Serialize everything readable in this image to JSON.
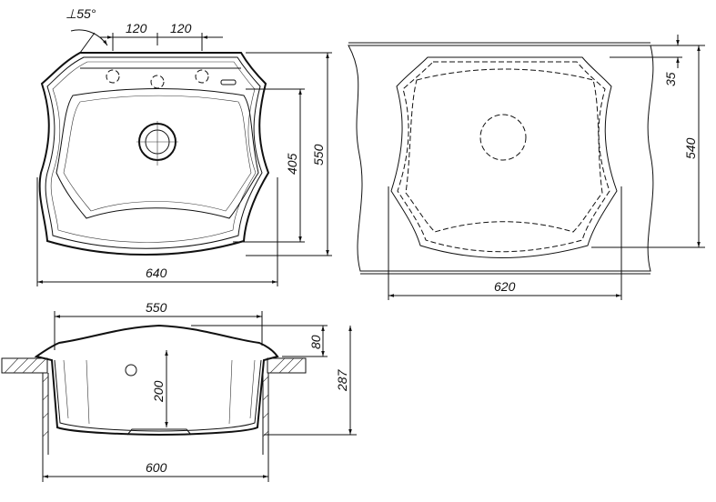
{
  "top_view": {
    "angle_label": "⊥55°",
    "hole_spacing_left": "120",
    "hole_spacing_right": "120",
    "height_total": "550",
    "bowl_depth_span": "405",
    "width_total": "640"
  },
  "cutout_view": {
    "offset": "35",
    "height": "540",
    "width": "620"
  },
  "side_view": {
    "top_width": "550",
    "rim_height": "80",
    "total_height": "287",
    "bowl_depth": "200",
    "bottom_width": "600"
  }
}
